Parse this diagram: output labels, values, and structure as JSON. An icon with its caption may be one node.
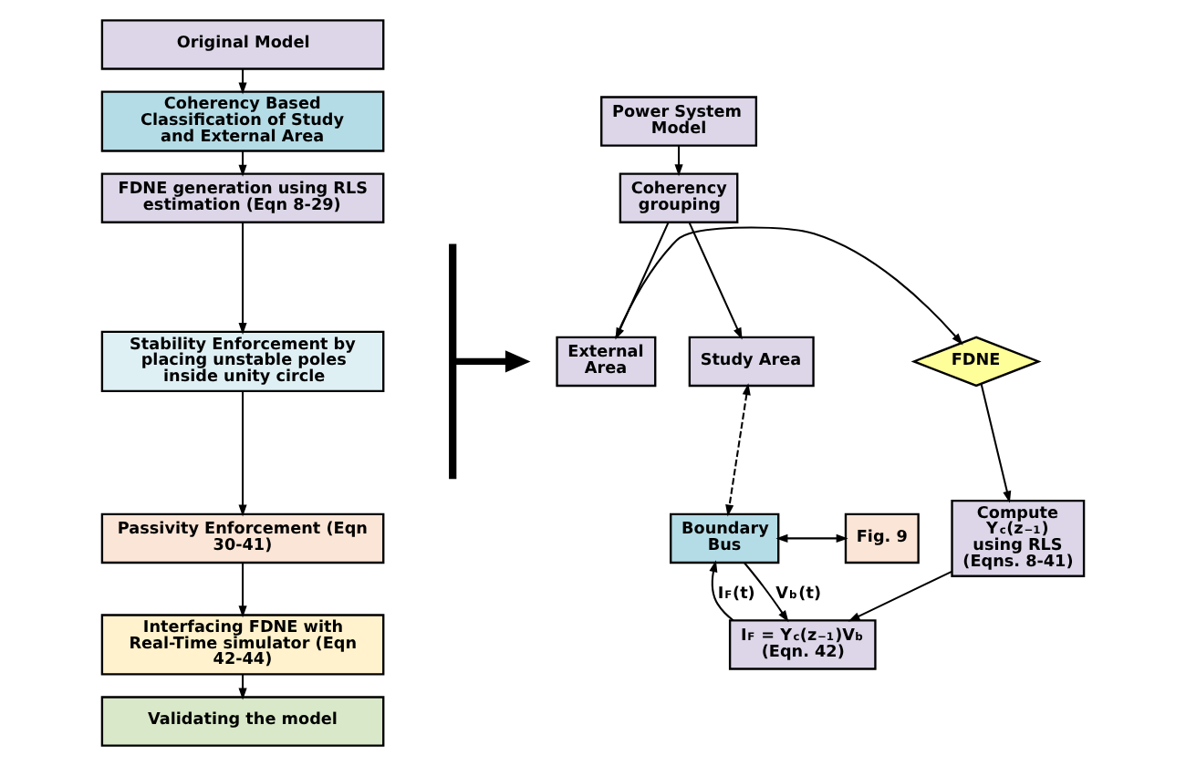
{
  "diagram": {
    "nodes": [
      {
        "text": [
          "Original Model"
        ]
      },
      {
        "text": [
          "Coherency Based Classification of Study and External Area"
        ]
      },
      {
        "text": [
          "FDNE generation using RLS estimation (Eqn 8-29)"
        ]
      },
      {
        "text": [
          "Stability Enforcement by placing unstable poles inside unity circle"
        ]
      },
      {
        "text": [
          "Passivity Enforcement (Eqn 30-41)"
        ]
      },
      {
        "text": [
          "Interfacing FDNE with Real-Time simulator (Eqn 42-44)"
        ]
      },
      {
        "text": [
          "Validating the model"
        ]
      },
      {
        "text": [],
        "shape": "bar"
      },
      {
        "text": [
          "Power System Model"
        ]
      },
      {
        "text": [
          "Coherency grouping"
        ]
      },
      {
        "text": [
          "Study Area"
        ]
      },
      {
        "text": [
          "External Area"
        ]
      },
      {
        "text": [
          "FDNE"
        ]
      },
      {
        "text": [
          "Compute Y$_{c}$(z$^{−1}$) using RLS (Eqns. 8-41)"
        ]
      },
      {
        "text": [
          "Boundary Bus"
        ]
      },
      {
        "text": [
          "Fig. 9"
        ]
      },
      {
        "text": [
          "I$_{F}$ = Y$_{c}$(z$^{−1}$)V$_{b}$ (Eqn. 42)"
        ]
      }
    ],
    "edges": [
      {
        "from": 0,
        "to": 1,
        "arrow": "to"
      },
      {
        "from": 1,
        "to": 2,
        "arrow": "to"
      },
      {
        "from": 2,
        "to": 3,
        "arrow": "to"
      },
      {
        "from": 3,
        "to": 4,
        "arrow": "to"
      },
      {
        "from": 4,
        "to": 5,
        "arrow": "to"
      },
      {
        "from": 5,
        "to": 6,
        "arrow": "to"
      },
      {
        "from": 7,
        "to": null,
        "arrow": "to",
        "style": "thick"
      },
      {
        "from": 8,
        "to": 9,
        "arrow": "to"
      },
      {
        "from": 9,
        "to": 10,
        "arrow": "to"
      },
      {
        "from": 9,
        "to": 11,
        "arrow": "to"
      },
      {
        "from": 11,
        "to": 12,
        "arrow": "to"
      },
      {
        "from": 12,
        "to": 13,
        "arrow": "to"
      },
      {
        "from": 13,
        "to": 16,
        "arrow": "to"
      },
      {
        "from": 10,
        "to": 14,
        "arrow": "both",
        "style": "dashed"
      },
      {
        "from": 14,
        "to": 15,
        "arrow": "both"
      },
      {
        "from": 14,
        "to": 16,
        "arrow": "to",
        "label": "V$_{b}$(t)"
      },
      {
        "from": 16,
        "to": 14,
        "arrow": "to",
        "label": "I$_{F}$(t)"
      }
    ]
  }
}
